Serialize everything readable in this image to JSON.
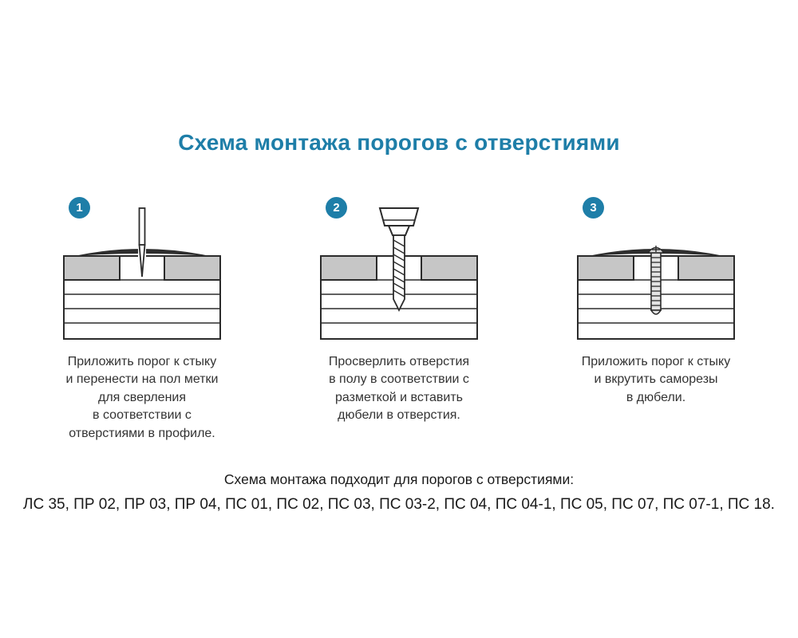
{
  "title": "Схема монтажа порогов с отверстиями",
  "colors": {
    "accent": "#1e7ea8",
    "text": "#333333",
    "footer_text": "#1a1a1a",
    "outline": "#2b2b2b",
    "floor_covering": "#c6c6c6",
    "threshold": "#2e2e2e"
  },
  "steps": [
    {
      "number": "1",
      "illustration": "awl-marking-through-threshold-hole-icon",
      "caption": "Приложить порог к стыку\nи перенести на пол метки\nдля сверления\nв соответствии с\nотверстиями в профиле."
    },
    {
      "number": "2",
      "illustration": "drill-bit-drilling-floor-icon",
      "caption": "Просверлить отверстия\nв полу в соответствии с\nразметкой и вставить\nдюбели в отверстия."
    },
    {
      "number": "3",
      "illustration": "screw-into-dowel-through-threshold-icon",
      "caption": "Приложить порог к стыку\nи вкрутить саморезы\nв дюбели."
    }
  ],
  "footer": {
    "intro": "Схема монтажа подходит для порогов с отверстиями:",
    "models": "ЛС 35, ПР 02, ПР 03, ПР 04, ПС 01, ПС 02, ПС 03, ПС 03-2, ПС 04, ПС 04-1, ПС 05, ПС 07, ПС 07-1, ПС 18."
  }
}
